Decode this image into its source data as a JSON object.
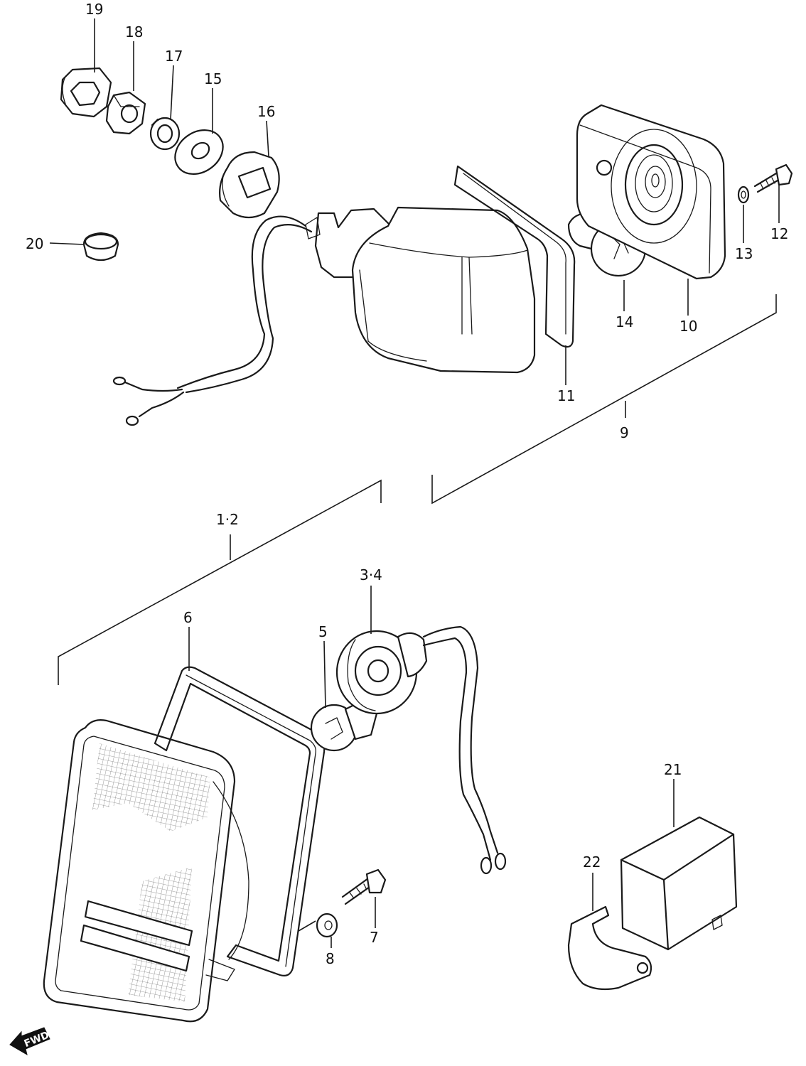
{
  "diagram": {
    "callouts": {
      "c1_2": "1·2",
      "c3_4": "3·4",
      "c5": "5",
      "c6": "6",
      "c7": "7",
      "c8": "8",
      "c9": "9",
      "c10": "10",
      "c11": "11",
      "c12": "12",
      "c13": "13",
      "c14": "14",
      "c15": "15",
      "c16": "16",
      "c17": "17",
      "c18": "18",
      "c19": "19",
      "c20": "20",
      "c21": "21",
      "c22": "22"
    },
    "direction_marker": "FWD"
  }
}
